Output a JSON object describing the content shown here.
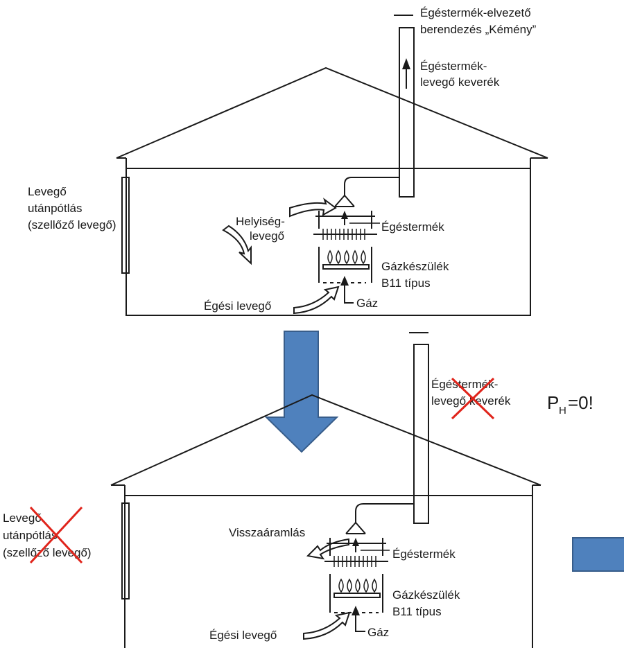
{
  "top": {
    "chimney_label_line1": "Égéstermék-elvezető",
    "chimney_label_line2": "berendezés „Kémény”",
    "mixture_line1": "Égéstermék-",
    "mixture_line2": "levegő keverék",
    "air_supply_line1": "Levegő",
    "air_supply_line2": "utánpótlás",
    "air_supply_line3": "(szellőző levegő)",
    "room_air_line1": "Helyiség-",
    "room_air_line2": "levegő",
    "flue_gas": "Égéstermék",
    "appliance_line1": "Gázkészülék",
    "appliance_line2": "B11 típus",
    "combustion_air": "Égési levegő",
    "gas": "Gáz"
  },
  "bottom": {
    "mixture_line1": "Égéstermék-",
    "mixture_line2": "levegő keverék",
    "pressure_main": "P",
    "pressure_sub": "H",
    "pressure_rest": "=0!",
    "air_supply_line1": "Levegő",
    "air_supply_line2": "utánpótlás",
    "air_supply_line3": "(szellőző levegő)",
    "backflow": "Visszaáramlás",
    "flue_gas": "Égéstermék",
    "appliance_line1": "Gázkészülék",
    "appliance_line2": "B11 típus",
    "combustion_air": "Égési levegő",
    "gas": "Gáz"
  },
  "colors": {
    "arrow_fill": "#4f81bd",
    "arrow_stroke": "#385d8a",
    "cross": "#e0241b"
  }
}
